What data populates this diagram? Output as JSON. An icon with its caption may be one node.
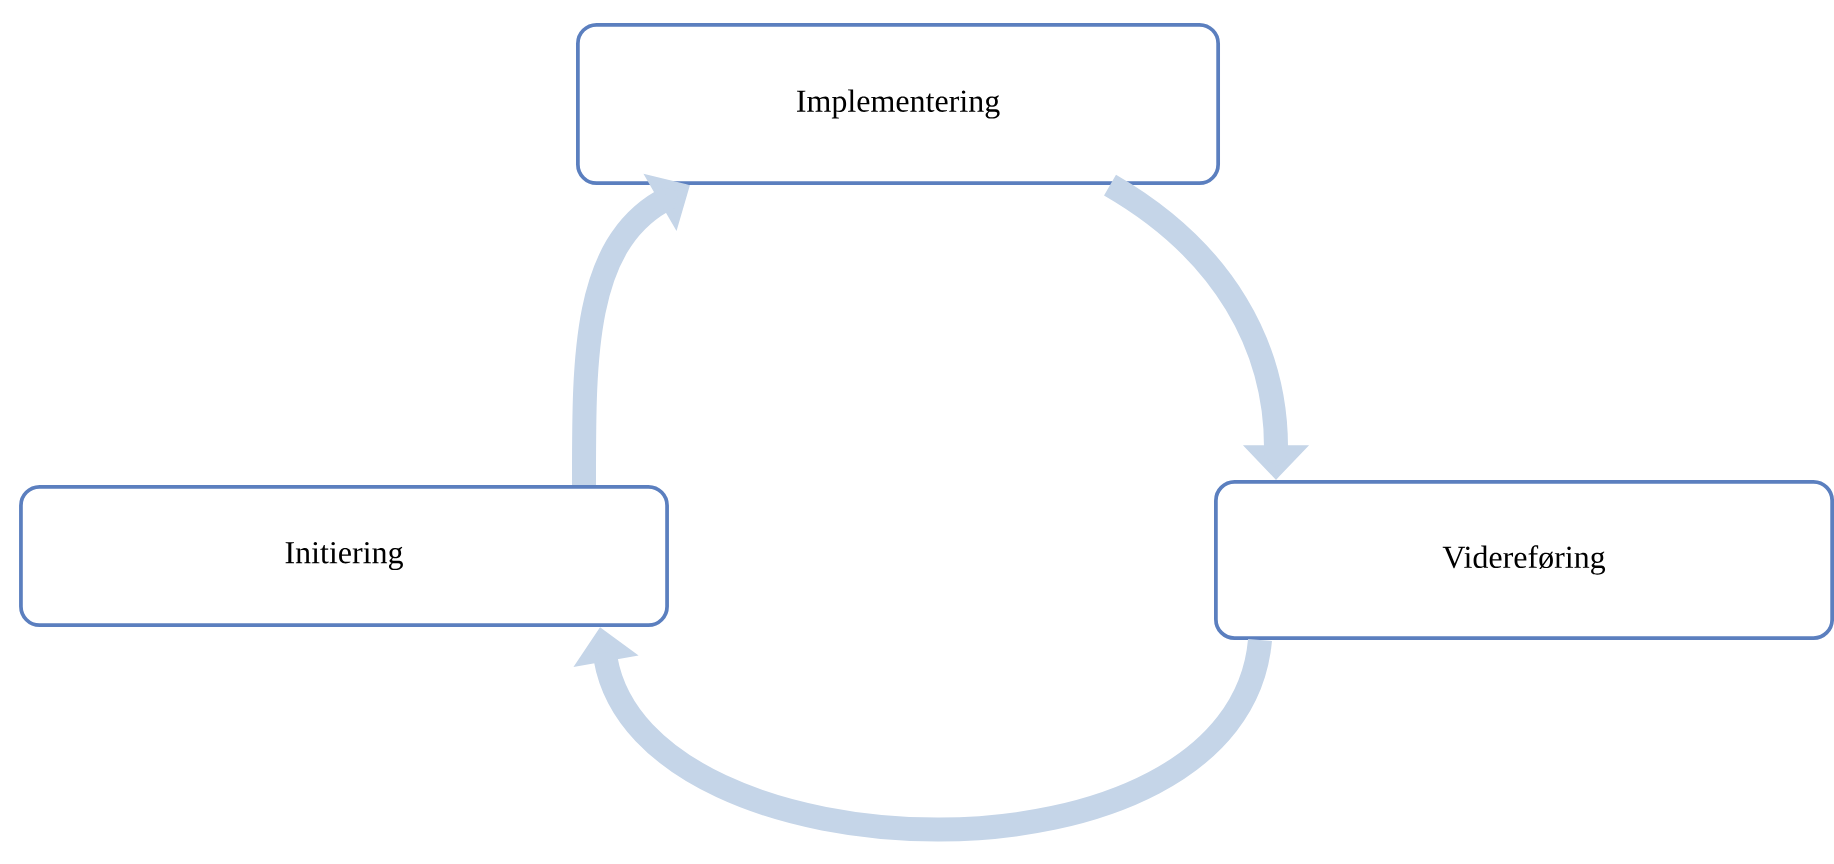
{
  "diagram": {
    "nodes": [
      {
        "text": [
          "Implementering"
        ]
      },
      {
        "text": [
          "Initiering"
        ]
      },
      {
        "text": [
          "Videreføring"
        ]
      }
    ],
    "edges": [
      {
        "from": 1,
        "to": 0,
        "arrow": "to"
      },
      {
        "from": 0,
        "to": 2,
        "arrow": "to"
      },
      {
        "from": 2,
        "to": 1,
        "arrow": "to"
      }
    ]
  }
}
